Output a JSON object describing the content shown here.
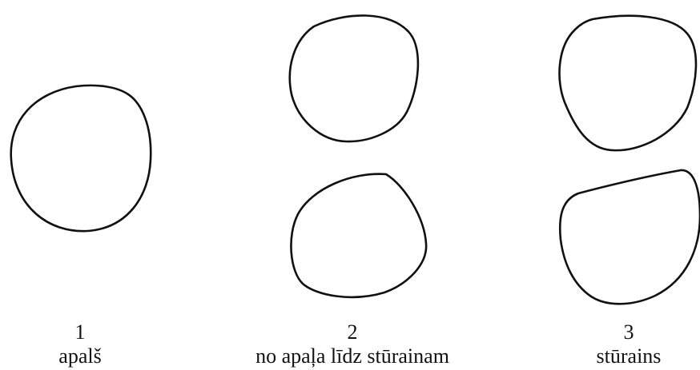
{
  "categories": [
    {
      "number": "1",
      "label": "apalš",
      "shape_names": [
        "round-shape"
      ]
    },
    {
      "number": "2",
      "label": "no apaļa līdz stūrainam",
      "shape_names": [
        "round-to-angular-shape-upper",
        "round-to-angular-shape-lower"
      ]
    },
    {
      "number": "3",
      "label": "stūrains",
      "shape_names": [
        "angular-shape-upper",
        "angular-shape-lower"
      ]
    }
  ]
}
